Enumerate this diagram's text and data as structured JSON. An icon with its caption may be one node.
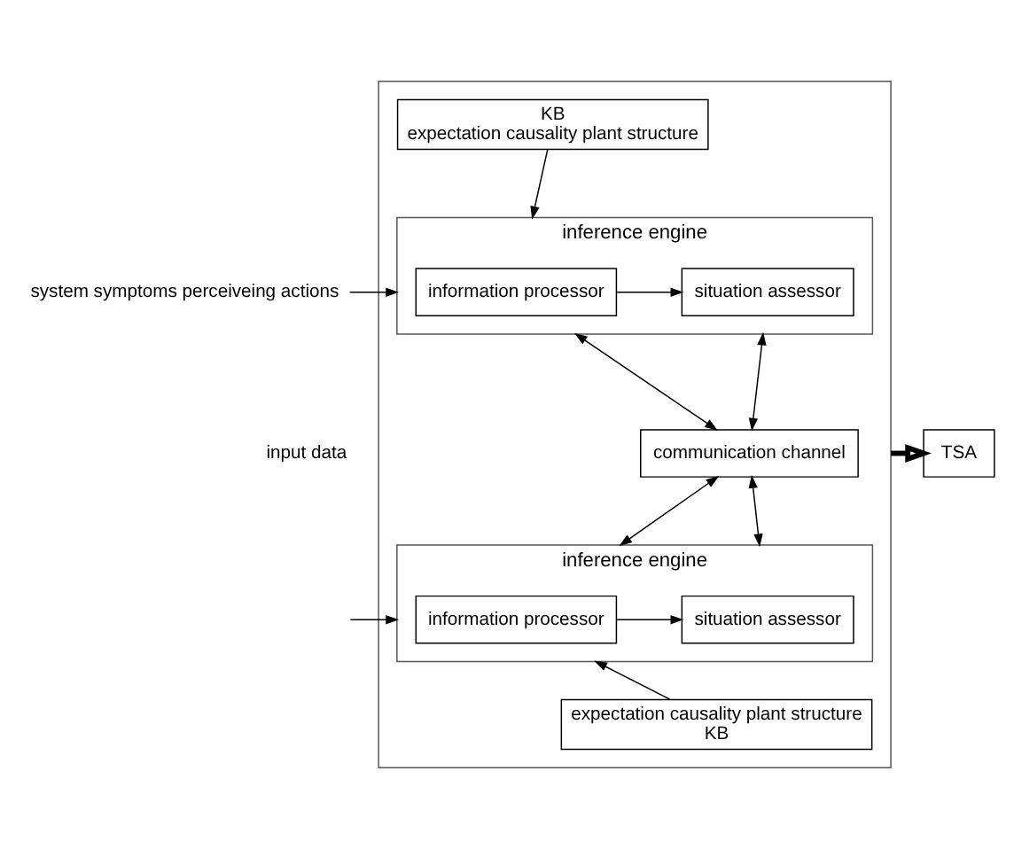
{
  "diagram": {
    "nodes": [
      {
        "text": [],
        "shape": "box"
      },
      {
        "text": [
          "KB",
          "expectation causality plant structure"
        ],
        "in": 0
      },
      {
        "text": [
          "inference engine"
        ],
        "in": 0
      },
      {
        "text": [
          "information processor"
        ],
        "in": 2
      },
      {
        "text": [
          "situation assessor"
        ],
        "in": 2
      },
      {
        "text": [
          "communication channel"
        ],
        "in": 0
      },
      {
        "text": [
          "inference engine"
        ],
        "in": 0
      },
      {
        "text": [
          "information processor"
        ],
        "in": 6
      },
      {
        "text": [
          "situation assessor"
        ],
        "in": 6
      },
      {
        "text": [
          "expectation causality plant structure",
          "KB"
        ],
        "in": 0
      },
      {
        "text": [
          "system symptoms perceiveing actions"
        ]
      },
      {
        "text": [
          "TSA"
        ]
      }
    ],
    "edges": [
      {
        "from": 1,
        "to": 2,
        "arrow": "to"
      },
      {
        "from": 10,
        "to": 2,
        "arrow": "to"
      },
      {
        "from": 3,
        "to": 4,
        "arrow": "to"
      },
      {
        "from": 2,
        "to": 5,
        "arrow": "both"
      },
      {
        "from": 2,
        "to": 5,
        "arrow": "both"
      },
      {
        "from": 5,
        "to": 6,
        "arrow": "both"
      },
      {
        "from": 5,
        "to": 6,
        "arrow": "both"
      },
      {
        "from": null,
        "to": 6,
        "arrow": "to"
      },
      {
        "from": 7,
        "to": 8,
        "arrow": "to"
      },
      {
        "from": 9,
        "to": 6,
        "arrow": "to"
      },
      {
        "from": 0,
        "to": 11,
        "arrow": "to",
        "style": "thick"
      }
    ],
    "labels": [
      "input data"
    ]
  }
}
